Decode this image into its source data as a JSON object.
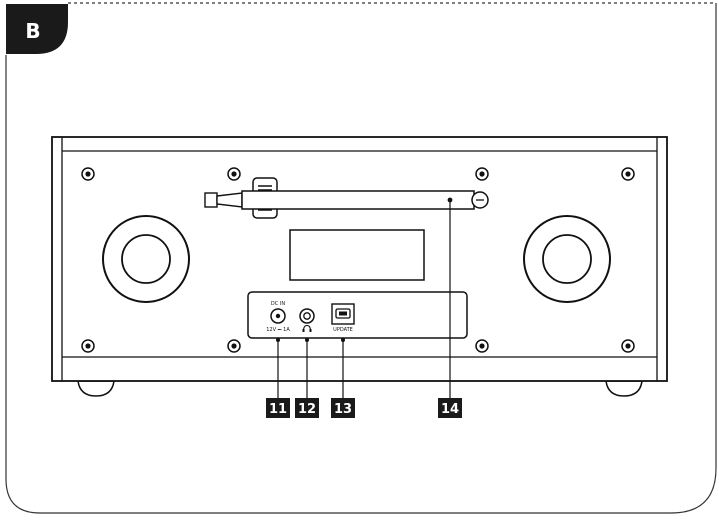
{
  "section": {
    "label": "B"
  },
  "callouts": [
    {
      "number": "11",
      "target": "dc-power-jack"
    },
    {
      "number": "12",
      "target": "headphone-jack"
    },
    {
      "number": "13",
      "target": "usb-update-port"
    },
    {
      "number": "14",
      "target": "telescopic-antenna"
    }
  ],
  "panel": {
    "dc_label": "DC IN",
    "dc_rating": "12V ⎓ 1A",
    "usb_label": "UPDATE"
  },
  "colors": {
    "ink": "#111111",
    "tag_fill": "#1a1a1a",
    "tag_text": "#ffffff",
    "paper": "#ffffff"
  }
}
